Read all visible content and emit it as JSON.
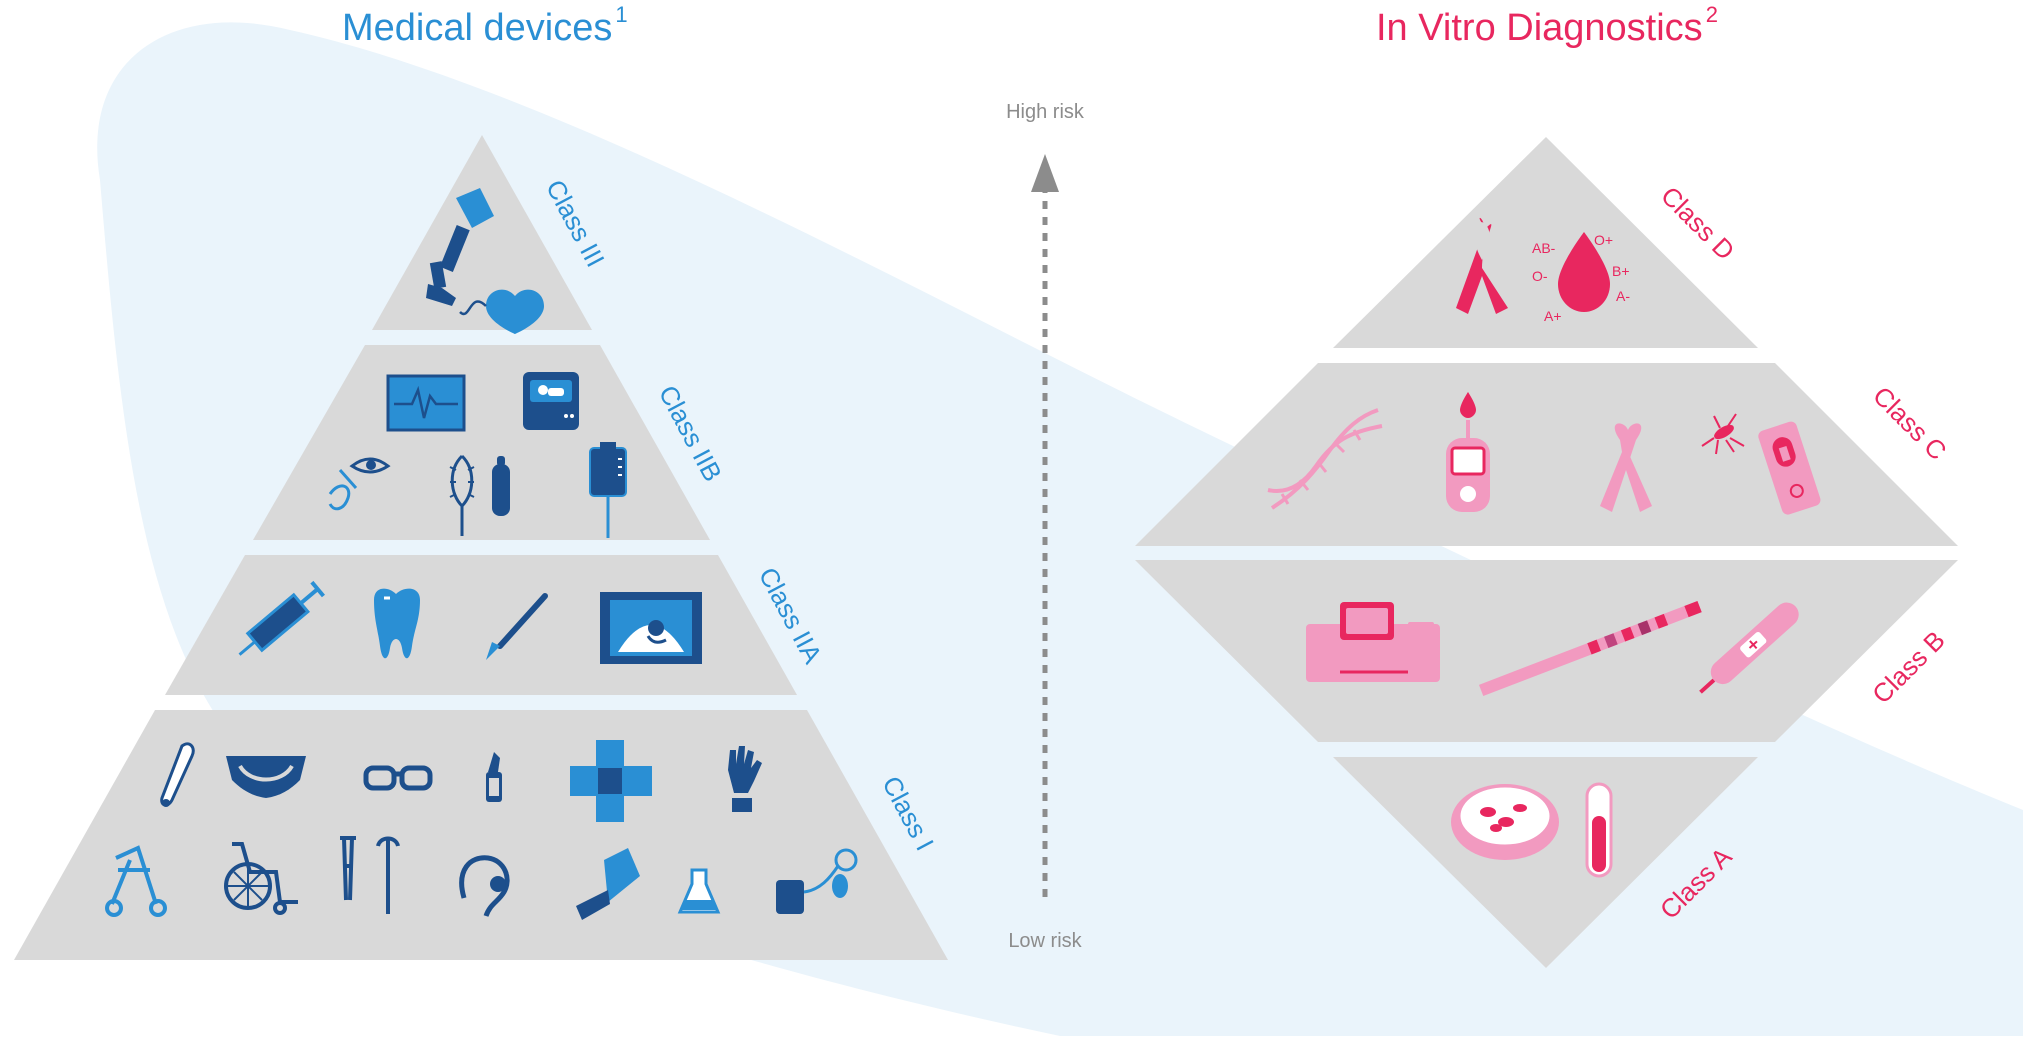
{
  "titles": {
    "medical_devices": "Medical devices",
    "medical_devices_note": "1",
    "ivd": "In Vitro Diagnostics",
    "ivd_note": "2"
  },
  "risk_axis": {
    "high": "High risk",
    "low": "Low risk"
  },
  "medical_device_classes": [
    "Class III",
    "Class IIB",
    "Class IIA",
    "Class I"
  ],
  "ivd_classes": [
    "Class D",
    "Class C",
    "Class B",
    "Class A"
  ],
  "blood_types": [
    "AB-",
    "O+",
    "O-",
    "B+",
    "A-",
    "A+"
  ],
  "colors": {
    "medical_blue": "#2a8fd4",
    "dark_blue": "#1d4f8c",
    "ivd_pink": "#e8275f",
    "light_pink": "#f29ac0",
    "tier_gray": "#d9d9d9",
    "background_shape": "#eaf4fb",
    "risk_gray": "#8c8c8c"
  }
}
